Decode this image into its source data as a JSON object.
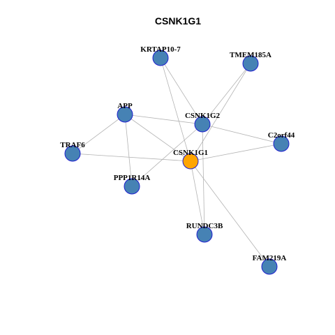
{
  "title": "CSNK1G1",
  "colors": {
    "center_fill": "#FFA500",
    "neighbor_fill": "#4682B4",
    "node_stroke": "#1F1FCF",
    "edge": "#B3B3B3"
  },
  "nodes": [
    {
      "id": "KRTAP10-7",
      "label": "KRTAP10-7",
      "center": false
    },
    {
      "id": "TMEM185A",
      "label": "TMEM185A",
      "center": false
    },
    {
      "id": "APP",
      "label": "APP",
      "center": false
    },
    {
      "id": "CSNK1G2",
      "label": "CSNK1G2",
      "center": false
    },
    {
      "id": "C2orf44",
      "label": "C2orf44",
      "center": false
    },
    {
      "id": "TRAF6",
      "label": "TRAF6",
      "center": false
    },
    {
      "id": "CSNK1G1",
      "label": "CSNK1G1",
      "center": true
    },
    {
      "id": "PPP1R14A",
      "label": "PPP1R14A",
      "center": false
    },
    {
      "id": "RUNDC3B",
      "label": "RUNDC3B",
      "center": false
    },
    {
      "id": "FAM219A",
      "label": "FAM219A",
      "center": false
    }
  ],
  "edges": [
    [
      "KRTAP10-7",
      "CSNK1G1"
    ],
    [
      "KRTAP10-7",
      "CSNK1G2"
    ],
    [
      "TMEM185A",
      "CSNK1G1"
    ],
    [
      "TMEM185A",
      "CSNK1G2"
    ],
    [
      "APP",
      "TRAF6"
    ],
    [
      "APP",
      "PPP1R14A"
    ],
    [
      "APP",
      "CSNK1G1"
    ],
    [
      "APP",
      "CSNK1G2"
    ],
    [
      "CSNK1G2",
      "C2orf44"
    ],
    [
      "CSNK1G2",
      "PPP1R14A"
    ],
    [
      "CSNK1G2",
      "RUNDC3B"
    ],
    [
      "TRAF6",
      "CSNK1G1"
    ],
    [
      "CSNK1G1",
      "C2orf44"
    ],
    [
      "CSNK1G1",
      "RUNDC3B"
    ],
    [
      "CSNK1G1",
      "FAM219A"
    ]
  ]
}
